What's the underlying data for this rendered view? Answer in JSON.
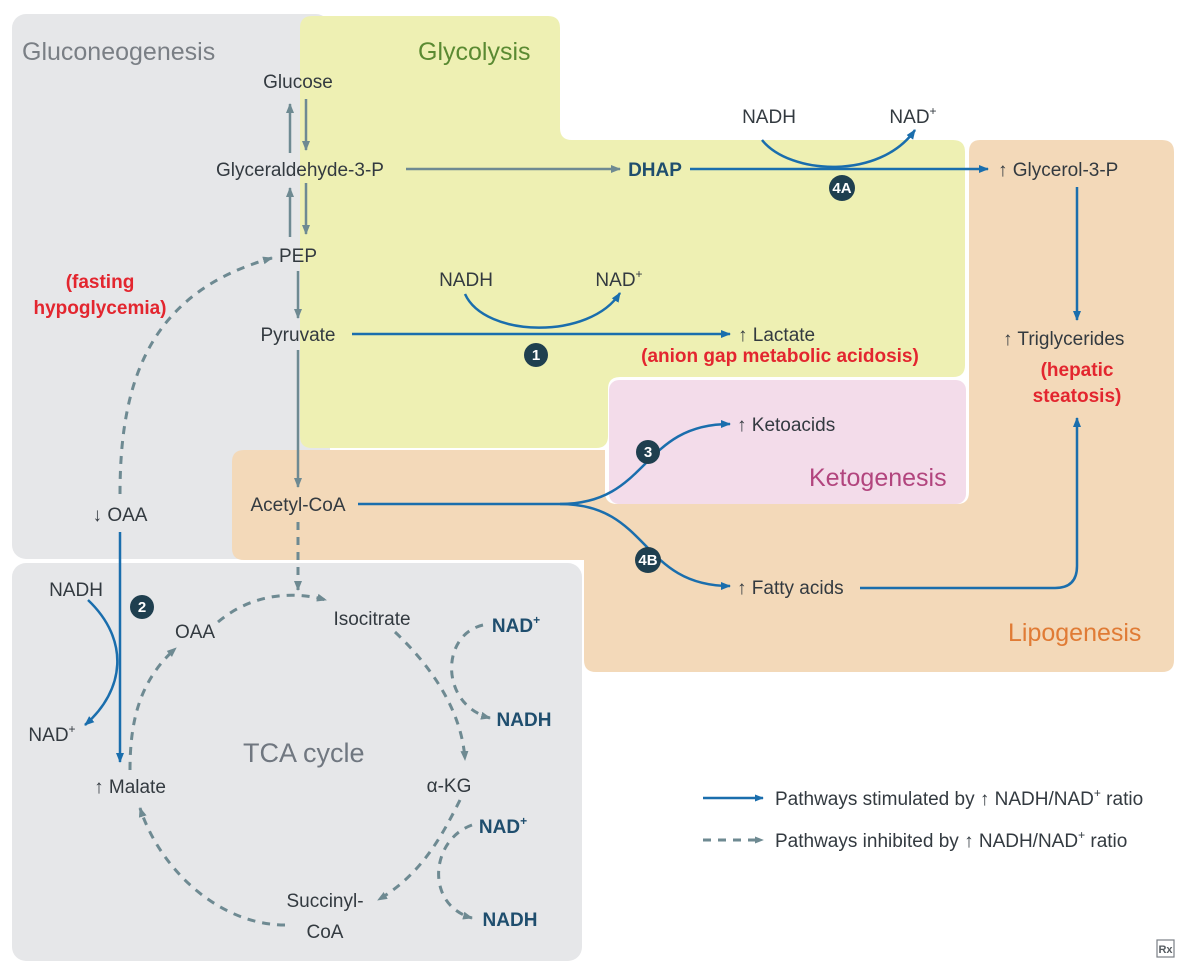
{
  "regions": {
    "gluconeogenesis": "Gluconeogenesis",
    "glycolysis": "Glycolysis",
    "ketogenesis": "Ketogenesis",
    "lipogenesis": "Lipogenesis",
    "tca_cycle": "TCA cycle"
  },
  "metabolites": {
    "glucose": "Glucose",
    "glyceraldehyde_3p": "Glyceraldehyde-3-P",
    "pep": "PEP",
    "pyruvate": "Pyruvate",
    "acetyl_coa": "Acetyl-CoA",
    "dhap": "DHAP",
    "glycerol_3p": "↑ Glycerol-3-P",
    "triglycerides": "↑ Triglycerides",
    "lactate": "↑ Lactate",
    "ketoacids": "↑ Ketoacids",
    "fatty_acids": "↑ Fatty acids",
    "oaa_low": "↓ OAA",
    "malate": "↑ Malate",
    "oaa": "OAA",
    "isocitrate": "Isocitrate",
    "alpha_kg": "α-KG",
    "succinyl_line1": "Succinyl-",
    "succinyl_line2": "CoA"
  },
  "cofactors": {
    "nadh": "NADH",
    "nad_base": "NAD",
    "plus": "+"
  },
  "annotations": {
    "fasting_line1": "(fasting",
    "fasting_line2": "hypoglycemia)",
    "acidosis": "(anion gap metabolic acidosis)",
    "steatosis_line1": "(hepatic",
    "steatosis_line2": "steatosis)"
  },
  "steps": {
    "s1": "1",
    "s2": "2",
    "s3": "3",
    "s4a": "4A",
    "s4b": "4B"
  },
  "legend": {
    "solid_pre": "Pathways stimulated by ",
    "dashed_pre": "Pathways inhibited by ",
    "ratio_pre": "↑ NADH/NAD",
    "ratio_sup": "+",
    "ratio_post": " ratio"
  },
  "logo": "Rx",
  "colors": {
    "gluconeogenesis_bg": "#e6e7e9",
    "glycolysis_bg": "#eef0b3",
    "lipogenesis_bg": "#f3d9b9",
    "ketogenesis_bg": "#f3dcea",
    "stimulated_blue": "#1a6ead",
    "inhibited_gray": "#6e8a92",
    "glycolysis_title": "#5a8a32",
    "lipogenesis_title": "#e07b35",
    "ketogenesis_title": "#b2457e",
    "red_text": "#e3262f",
    "step_badge": "#1f3f4f"
  }
}
